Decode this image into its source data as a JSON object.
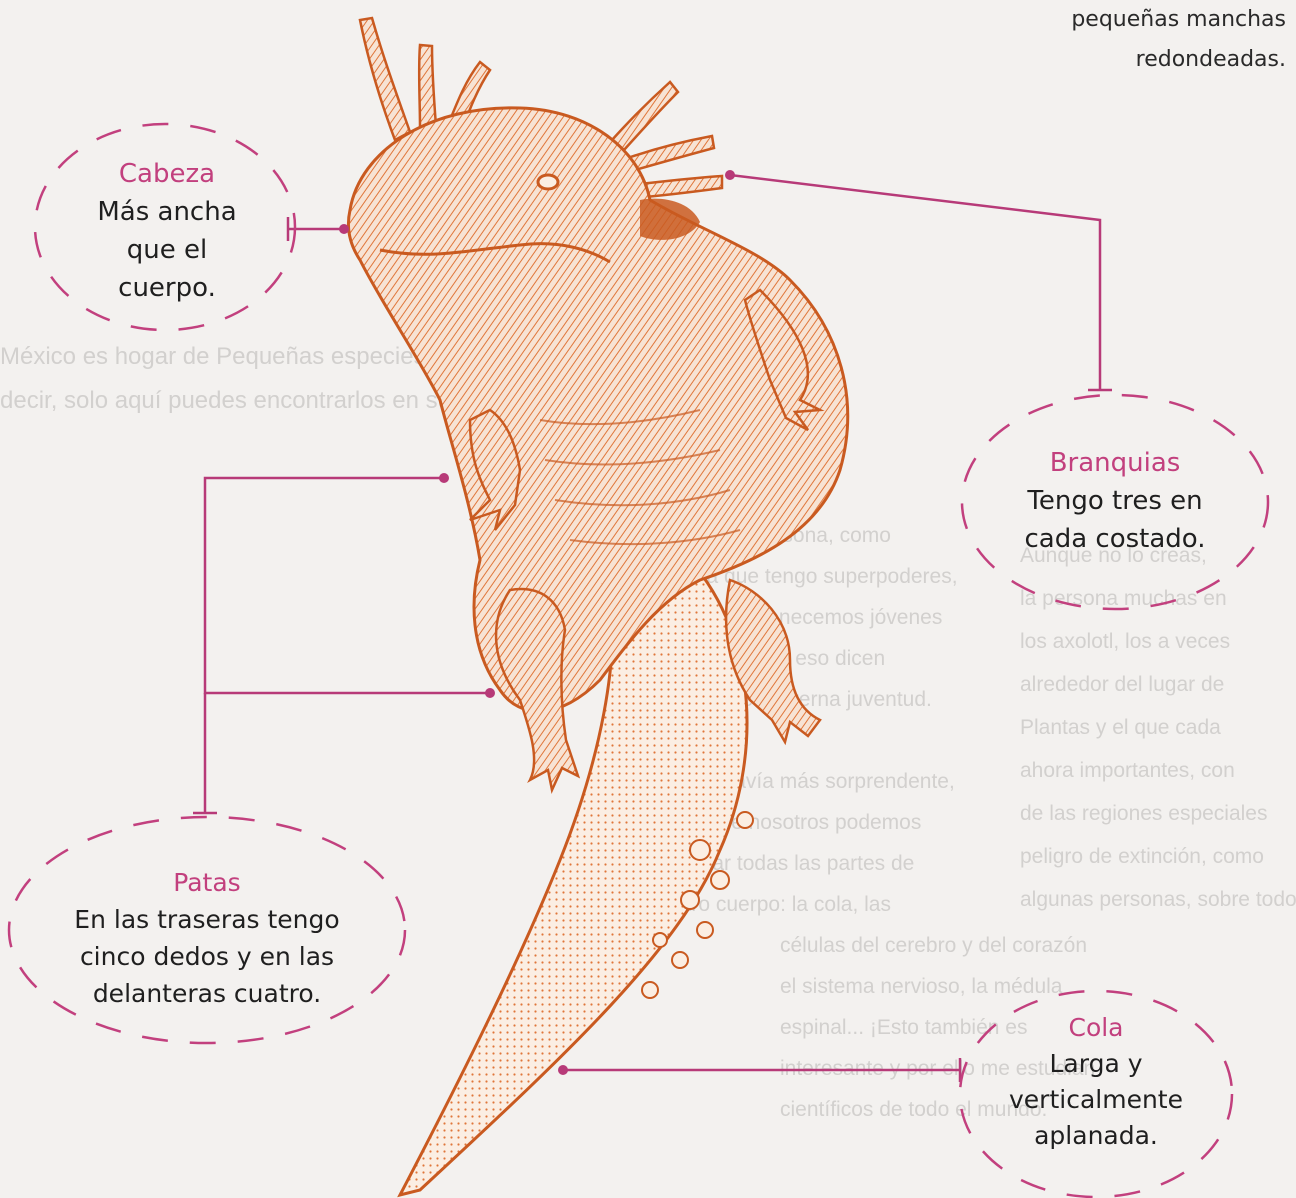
{
  "top_note": {
    "line1": "pequeñas manchas",
    "line2": "redondeadas."
  },
  "callouts": {
    "cabeza": {
      "title": "Cabeza",
      "lines": [
        "Más ancha",
        "que el",
        "cuerpo."
      ]
    },
    "branquias": {
      "title": "Branquias",
      "lines": [
        "Tengo tres en",
        "cada costado."
      ]
    },
    "patas": {
      "title": "Patas",
      "lines": [
        "En las traseras tengo",
        "cinco dedos y en las",
        "delanteras cuatro."
      ]
    },
    "cola": {
      "title": "Cola",
      "lines": [
        "Larga y",
        "verticalmente",
        "aplanada."
      ]
    }
  },
  "background_text": {
    "upper": [
      "México es hogar de Pequeñas especies de seres endémicos, es",
      "decir, solo aquí puedes encontrarlos en su hábitat natural."
    ],
    "left_column": [
      "Si eres una persona, como",
      "confiesa que tengo superpoderes,",
      "algunos permanecemos jóvenes",
      "toda la vida, por eso dicen",
      "el animal de la eterna juventud.",
      "",
      "Y algo todavía más sorprendente,",
      "algunos de nosotros podemos",
      "regenerar todas las partes de",
      "nuestro cuerpo: la cola, las",
      "células del cerebro y del corazón",
      "el sistema nervioso, la médula",
      "espinal... ¡Esto también es",
      "interesante y por ello me estudian",
      "científicos de todo el mundo."
    ],
    "right_column": [
      "Aunque no lo creas,",
      "la persona muchas en",
      "los axolotl, los a veces",
      "alrededor del lugar de",
      "Plantas y el que cada",
      "ahora importantes, con",
      "de las regiones especiales",
      "peligro de extinción, como",
      "algunas personas, sobre todo"
    ]
  },
  "colors": {
    "axolotl": "#e0763a",
    "axolotl_dark": "#c95a20",
    "leader_line": "#b73a78",
    "callout_title": "#c2407e",
    "dash": "#c2407e"
  }
}
